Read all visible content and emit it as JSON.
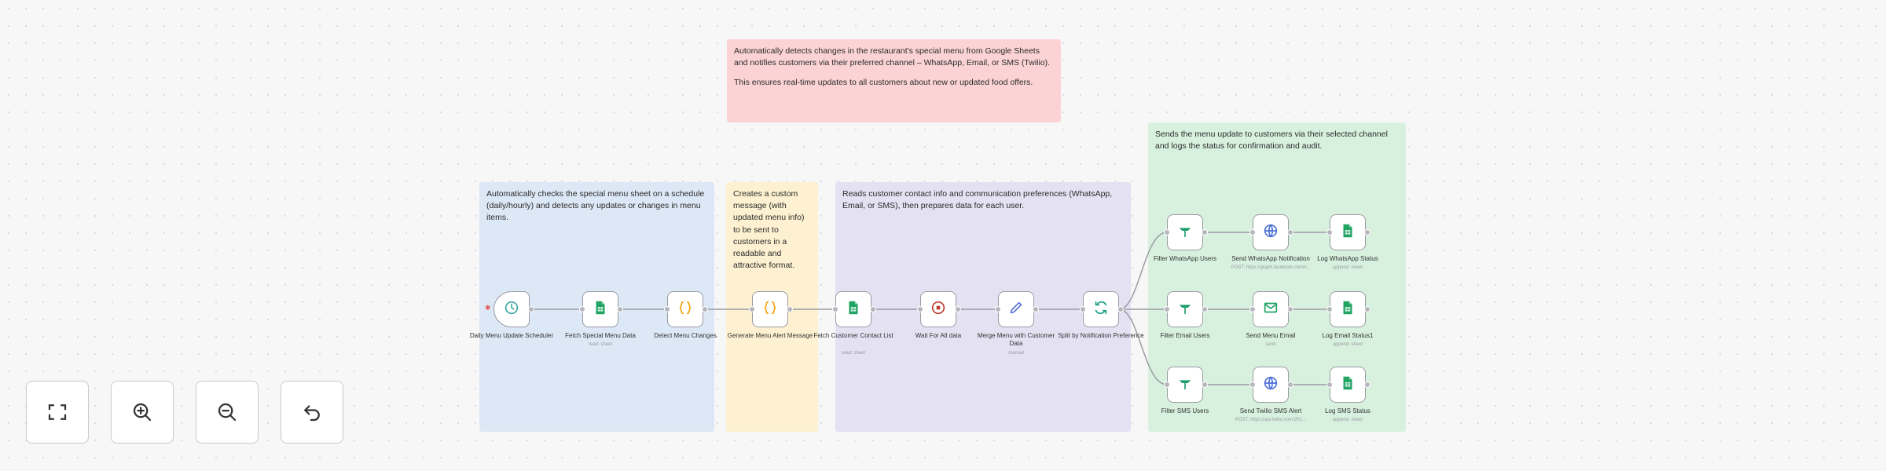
{
  "stickies": {
    "top": {
      "p1": "Automatically detects changes in the restaurant's special menu from Google Sheets and notifies customers via their preferred channel – WhatsApp, Email, or SMS (Twilio).",
      "p2": "This ensures real-time updates to all customers about new or updated food offers."
    },
    "schedule": "Automatically checks the special menu sheet on a schedule (daily/hourly) and detects any updates or changes in menu items.",
    "message": "Creates a custom message (with updated menu info) to be sent to customers in a readable and attractive format.",
    "customers": "Reads customer contact info and communication preferences (WhatsApp, Email, or SMS), then prepares data for each user.",
    "send": "Sends the menu update to customers via their selected channel and logs the status for confirmation and audit."
  },
  "nodes": [
    {
      "id": "sched",
      "icon": "clock",
      "label": "Daily Menu Update Scheduler",
      "sub": ""
    },
    {
      "id": "fetch_menu",
      "icon": "sheets",
      "label": "Fetch Special Menu Data",
      "sub": "read: sheet"
    },
    {
      "id": "detect",
      "icon": "code",
      "label": "Detect Menu Changes",
      "sub": ""
    },
    {
      "id": "generate",
      "icon": "code",
      "label": "Generate Menu Alert Message",
      "sub": ""
    },
    {
      "id": "fetch_cust",
      "icon": "sheets",
      "label": "Fetch Customer Contact List",
      "sub": "read: sheet"
    },
    {
      "id": "wait",
      "icon": "stop",
      "label": "Wait For All data",
      "sub": ""
    },
    {
      "id": "merge",
      "icon": "pen",
      "label": "Merge Menu with Customer Data",
      "sub": "manual"
    },
    {
      "id": "split",
      "icon": "refresh",
      "label": "Split by Notification Preference",
      "sub": ""
    },
    {
      "id": "f_wa",
      "icon": "filter",
      "label": "Filter WhatsApp Users",
      "sub": ""
    },
    {
      "id": "send_wa",
      "icon": "globe",
      "label": "Send WhatsApp Notification",
      "sub": "POST: https://graph.facebook.com/v..."
    },
    {
      "id": "log_wa",
      "icon": "sheets",
      "label": "Log WhatsApp Status",
      "sub": "append: sheet"
    },
    {
      "id": "f_email",
      "icon": "filter",
      "label": "Filter Email Users",
      "sub": ""
    },
    {
      "id": "send_email",
      "icon": "mail",
      "label": "Send Menu Email",
      "sub": "send"
    },
    {
      "id": "log_email",
      "icon": "sheets",
      "label": "Log Email Status1",
      "sub": "append: sheet"
    },
    {
      "id": "f_sms",
      "icon": "filter",
      "label": "Filter SMS Users",
      "sub": ""
    },
    {
      "id": "send_sms",
      "icon": "globe",
      "label": "Send Twilio SMS Alert",
      "sub": "POST: https://api.twilio.com/201..."
    },
    {
      "id": "log_sms",
      "icon": "sheets",
      "label": "Log SMS Status",
      "sub": "append: sheet"
    }
  ],
  "controls": [
    {
      "name": "fit-view-button",
      "icon": "fit"
    },
    {
      "name": "zoom-in-button",
      "icon": "zoom-in"
    },
    {
      "name": "zoom-out-button",
      "icon": "zoom-out"
    },
    {
      "name": "reset-zoom-button",
      "icon": "undo"
    }
  ],
  "colors": {
    "sheets": "#1fa463",
    "code": "#f0a30a",
    "clock": "#3aa8a0",
    "stop": "#c0392b",
    "pen": "#5a6fd8",
    "refresh": "#16a085",
    "filter": "#1f9e6b",
    "globe": "#4b6fd6",
    "mail": "#1fa463"
  }
}
